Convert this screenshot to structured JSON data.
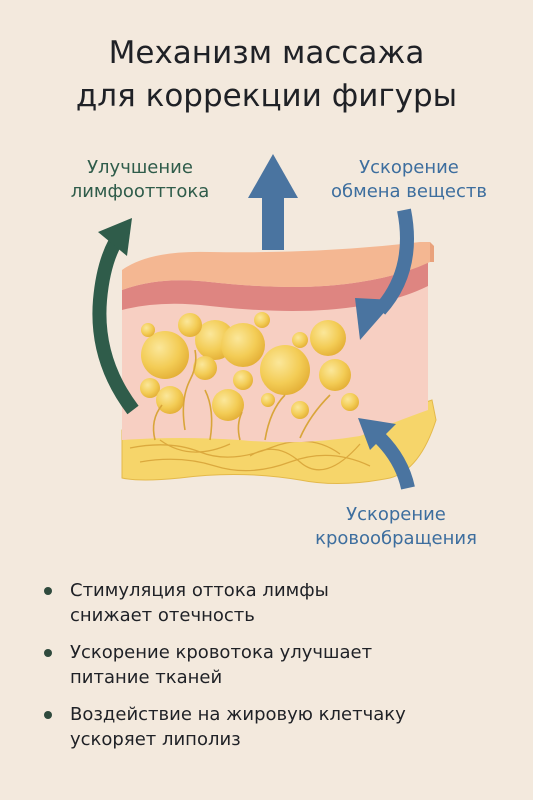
{
  "title": {
    "line1": "Механизм массажа",
    "line2": "для коррекции фигуры"
  },
  "labels": {
    "lymph": {
      "line1": "Улучшение",
      "line2": "лимфоотттока"
    },
    "metabolism": {
      "line1": "Ускорение",
      "line2": "обмена веществ"
    },
    "circulation": {
      "line1": "Ускорение",
      "line2": "кровообращения"
    }
  },
  "bullets": [
    {
      "line1": "Стимуляция оттока лимфы",
      "line2": "снижает отечность"
    },
    {
      "line1": "Ускорение кровотока улучшает",
      "line2": "питание тканей"
    },
    {
      "line1": "Воздействие на жировую клетчаку",
      "line2": "ускоряет липолиз"
    }
  ],
  "colors": {
    "background": "#f3e9dd",
    "green_arrow": "#2f5c4a",
    "blue_arrow": "#4a74a0",
    "skin_top": "#f3b38f",
    "skin_red": "#d97a7a",
    "tissue": "#f7cfc2",
    "fat_cells": "#f3cf5a",
    "fat_layer": "#f6d56a"
  }
}
